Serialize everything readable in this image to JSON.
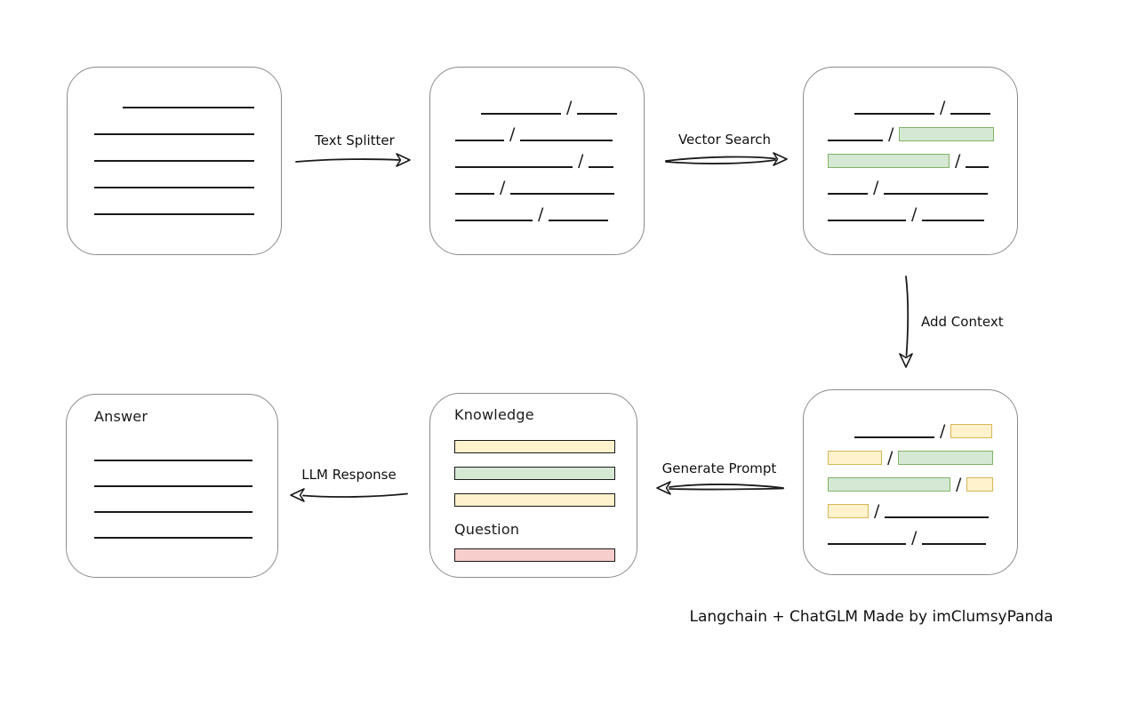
{
  "caption": "Langchain + ChatGLM Made by imClumsyPanda",
  "colors": {
    "green_fill": "#d5e8d4",
    "green_stroke": "#82b366",
    "yellow_fill": "#fff2cc",
    "yellow_stroke": "#d6b656",
    "red_fill": "#f8cecc",
    "red_stroke": "#b85450",
    "line_color": "#1a1a1a",
    "box_border": "#8a8a8a",
    "bg": "#ffffff"
  },
  "edges": {
    "text_splitter": {
      "label": "Text Splitter"
    },
    "vector_search": {
      "label": "Vector Search"
    },
    "add_context": {
      "label": "Add Context"
    },
    "generate_prompt": {
      "label": "Generate Prompt"
    },
    "llm_response": {
      "label": "LLM Response"
    }
  },
  "nodes": {
    "document": {
      "rows": [
        [
          {
            "t": "gap",
            "w": 32
          },
          {
            "t": "line",
            "w": 148
          }
        ],
        [
          {
            "t": "line",
            "w": 180
          }
        ],
        [
          {
            "t": "line",
            "w": 180
          }
        ],
        [
          {
            "t": "line",
            "w": 180
          }
        ],
        [
          {
            "t": "line",
            "w": 180
          }
        ]
      ]
    },
    "chunks": {
      "rows": [
        [
          {
            "t": "gap",
            "w": 29
          },
          {
            "t": "line",
            "w": 90
          },
          {
            "t": "slash"
          },
          {
            "t": "line",
            "w": 45
          }
        ],
        [
          {
            "t": "line",
            "w": 55
          },
          {
            "t": "slash"
          },
          {
            "t": "line",
            "w": 104
          }
        ],
        [
          {
            "t": "line",
            "w": 132
          },
          {
            "t": "slash"
          },
          {
            "t": "line",
            "w": 28
          }
        ],
        [
          {
            "t": "line",
            "w": 44
          },
          {
            "t": "slash"
          },
          {
            "t": "line",
            "w": 117
          }
        ],
        [
          {
            "t": "line",
            "w": 87
          },
          {
            "t": "slash"
          },
          {
            "t": "line",
            "w": 67
          }
        ]
      ]
    },
    "matches": {
      "rows": [
        [
          {
            "t": "gap",
            "w": 30
          },
          {
            "t": "line",
            "w": 90
          },
          {
            "t": "slash"
          },
          {
            "t": "line",
            "w": 45
          }
        ],
        [
          {
            "t": "line",
            "w": 62
          },
          {
            "t": "slash"
          },
          {
            "t": "chunk",
            "c": "green",
            "w": 107
          }
        ],
        [
          {
            "t": "chunk",
            "c": "green",
            "w": 137
          },
          {
            "t": "slash"
          },
          {
            "t": "line",
            "w": 26
          }
        ],
        [
          {
            "t": "line",
            "w": 45
          },
          {
            "t": "slash"
          },
          {
            "t": "line",
            "w": 117
          }
        ],
        [
          {
            "t": "line",
            "w": 88
          },
          {
            "t": "slash"
          },
          {
            "t": "line",
            "w": 70
          }
        ]
      ]
    },
    "context": {
      "rows": [
        [
          {
            "t": "gap",
            "w": 30
          },
          {
            "t": "line",
            "w": 90
          },
          {
            "t": "slash"
          },
          {
            "t": "chunk",
            "c": "yellow",
            "w": 47
          }
        ],
        [
          {
            "t": "chunk",
            "c": "yellow",
            "w": 61
          },
          {
            "t": "slash"
          },
          {
            "t": "chunk",
            "c": "green",
            "w": 107
          }
        ],
        [
          {
            "t": "chunk",
            "c": "green",
            "w": 138
          },
          {
            "t": "slash"
          },
          {
            "t": "chunk",
            "c": "yellow",
            "w": 30
          }
        ],
        [
          {
            "t": "chunk",
            "c": "yellow",
            "w": 46
          },
          {
            "t": "slash"
          },
          {
            "t": "line",
            "w": 117
          }
        ],
        [
          {
            "t": "line",
            "w": 88
          },
          {
            "t": "slash"
          },
          {
            "t": "line",
            "w": 72
          }
        ]
      ]
    },
    "prompt": {
      "title": "Knowledge",
      "bars": [
        {
          "c": "yellow"
        },
        {
          "c": "green"
        },
        {
          "c": "yellow"
        }
      ],
      "question_title": "Question",
      "question_bars": [
        {
          "c": "red"
        }
      ]
    },
    "answer": {
      "title": "Answer",
      "rows": [
        [
          {
            "t": "line",
            "w": 180
          }
        ],
        [
          {
            "t": "line",
            "w": 180
          }
        ],
        [
          {
            "t": "line",
            "w": 180
          }
        ],
        [
          {
            "t": "line",
            "w": 180
          }
        ]
      ]
    }
  }
}
